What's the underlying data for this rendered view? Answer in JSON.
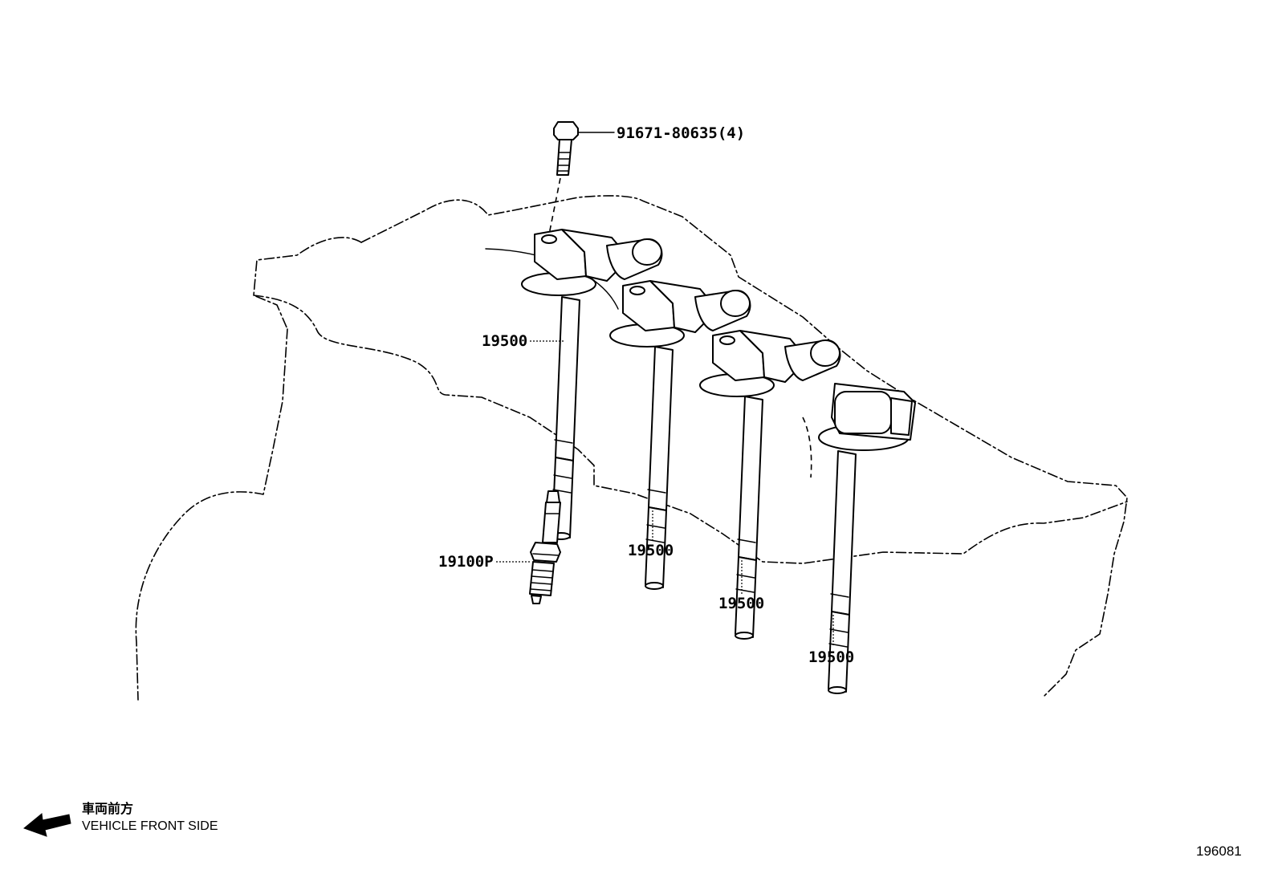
{
  "callouts": {
    "bolt": "91671-80635(4)",
    "coil_1": "19500",
    "coil_2": "19500",
    "coil_3": "19500",
    "coil_4": "19500",
    "spark_plug": "19100P"
  },
  "direction": {
    "label_jp": "車両前方",
    "label_en": "VEHICLE FRONT SIDE",
    "icon": "arrow-left-down-icon"
  },
  "figure_number": "196081"
}
